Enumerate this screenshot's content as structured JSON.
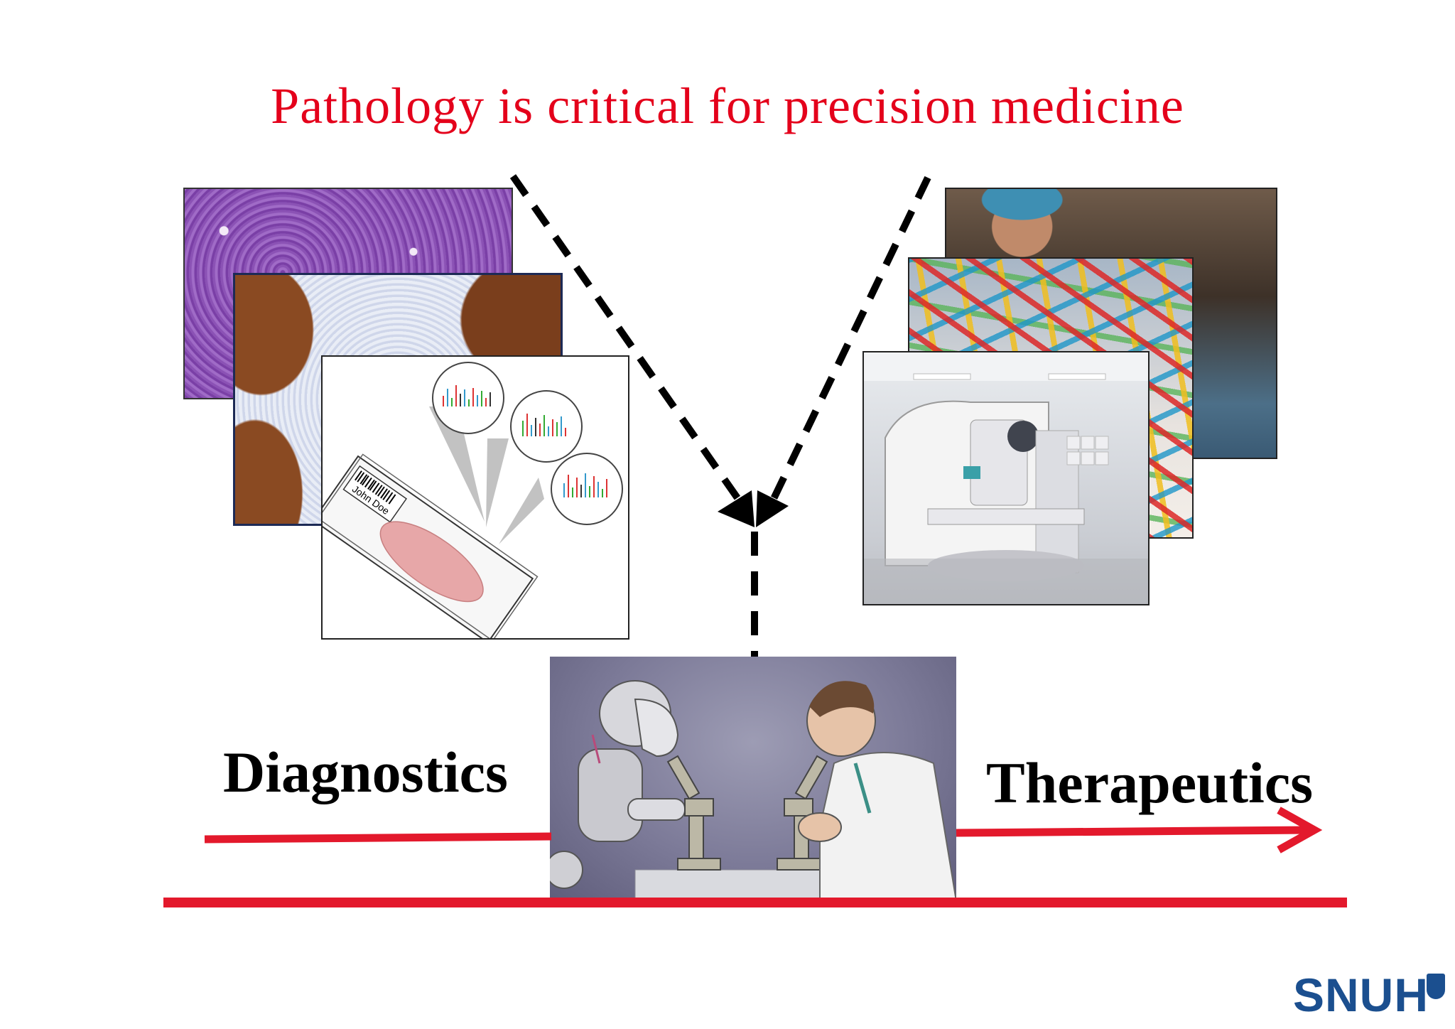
{
  "title": "Pathology is critical for precision medicine",
  "labels": {
    "diagnostics": "Diagnostics",
    "therapeutics": "Therapeutics"
  },
  "slide_label": "John Doe",
  "logo": "SNUH",
  "colors": {
    "title": "#e4001b",
    "red_line": "#e3192c",
    "logo": "#1b4f8f"
  }
}
